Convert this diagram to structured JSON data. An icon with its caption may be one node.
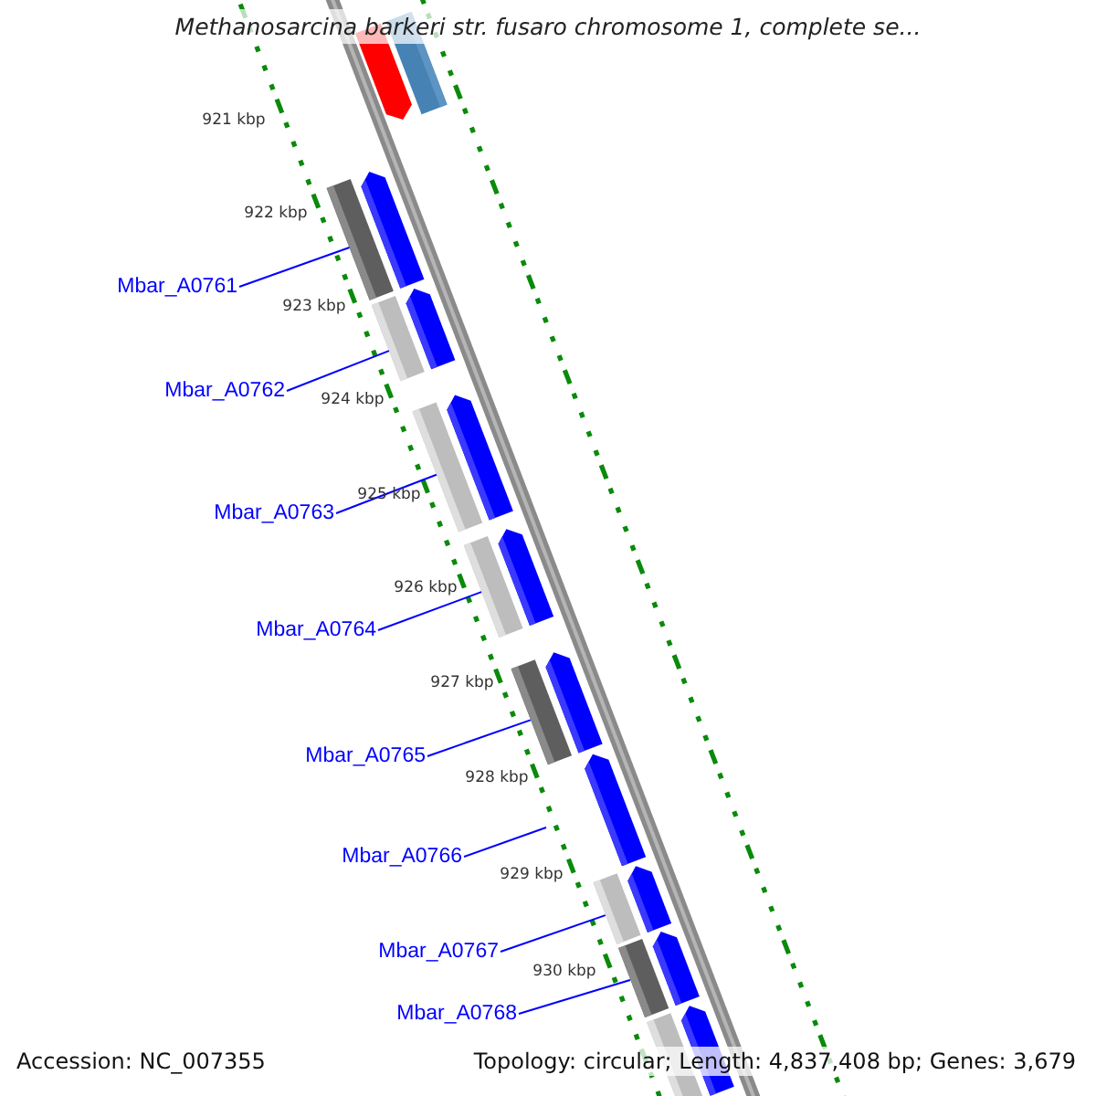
{
  "diagram": {
    "title": "Methanosarcina barkeri str. fusaro chromosome 1, complete se...",
    "nodes": [
      {
        "text": [
          "Mbar_A0761"
        ]
      },
      {
        "text": [
          "Mbar_A0762"
        ]
      },
      {
        "text": [
          "Mbar_A0763"
        ]
      },
      {
        "text": [
          "Mbar_A0764"
        ]
      },
      {
        "text": [
          "Mbar_A0765"
        ]
      },
      {
        "text": [
          "Mbar_A0766"
        ]
      },
      {
        "text": [
          "Mbar_A0767"
        ]
      },
      {
        "text": [
          "Mbar_A0768"
        ]
      },
      {
        "text": [],
        "shape": "bar"
      },
      {
        "text": [],
        "shape": "bar"
      },
      {
        "text": [],
        "shape": "bar"
      },
      {
        "text": [],
        "shape": "bar"
      },
      {
        "text": [],
        "shape": "bar"
      },
      {
        "text": [],
        "shape": "bar"
      },
      {
        "text": [],
        "shape": "bar"
      },
      {
        "text": [],
        "shape": "bar"
      }
    ],
    "edges": [
      {
        "from": 0,
        "to": 8,
        "arrow": "none"
      },
      {
        "from": 1,
        "to": 9,
        "arrow": "none"
      },
      {
        "from": 2,
        "to": 10,
        "arrow": "none"
      },
      {
        "from": 3,
        "to": 11,
        "arrow": "none"
      },
      {
        "from": 4,
        "to": 12,
        "arrow": "none"
      },
      {
        "from": 5,
        "to": null,
        "arrow": "none"
      },
      {
        "from": 6,
        "to": 13,
        "arrow": "none"
      },
      {
        "from": 7,
        "to": 14,
        "arrow": "none"
      }
    ],
    "labels": [
      "921 kbp",
      "922 kbp",
      "923 kbp",
      "924 kbp",
      "925 kbp",
      "926 kbp",
      "927 kbp",
      "928 kbp",
      "929 kbp",
      "930 kbp",
      "Accession: NC_007355",
      "Topology: circular; Length: 4,837,408 bp; Genes: 3,679"
    ]
  }
}
